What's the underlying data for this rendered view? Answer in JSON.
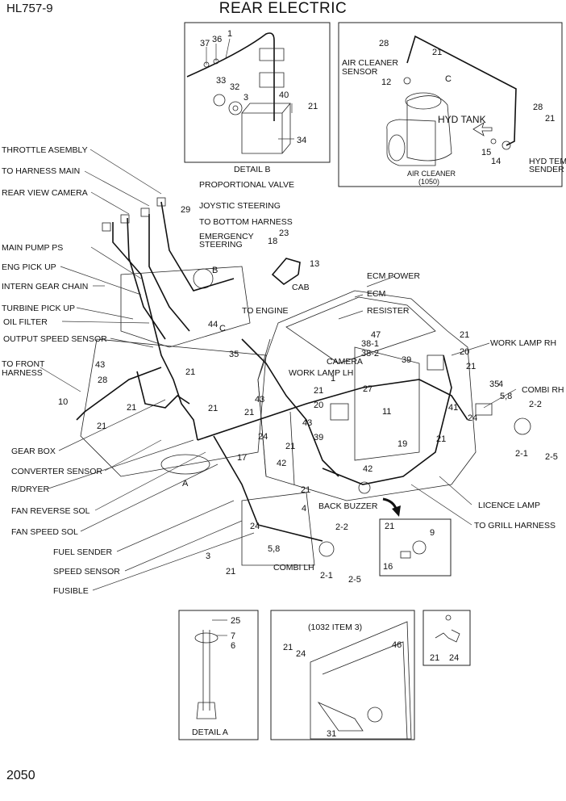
{
  "header": {
    "model": "HL757-9",
    "title": "REAR ELECTRIC"
  },
  "page_number": "2050",
  "detail_b": {
    "caption": "DETAIL B",
    "numbers": [
      "37",
      "36",
      "1",
      "33",
      "32",
      "3",
      "40",
      "21",
      "34"
    ]
  },
  "air_box": {
    "labels": [
      "AIR CLEANER",
      "SENSOR",
      "HYD TANK",
      "AIR CLEANER",
      "(1050)",
      "HYD TEMP",
      "SENDER"
    ],
    "numbers": [
      "28",
      "21",
      "12",
      "C",
      "28",
      "21",
      "15",
      "14"
    ]
  },
  "left_labels": [
    "THROTTLE ASEMBLY",
    "TO HARNESS MAIN",
    "REAR VIEW CAMERA",
    "MAIN PUMP PS",
    "ENG PICK UP",
    "INTERN GEAR CHAIN",
    "TURBINE PICK UP",
    "OIL FILTER",
    "OUTPUT SPEED SENSOR",
    "TO FRONT",
    "HARNESS",
    "GEAR BOX",
    "CONVERTER SENSOR",
    "R/DRYER",
    "FAN REVERSE SOL",
    "FAN SPEED SOL",
    "FUEL SENDER",
    "SPEED SENSOR",
    "FUSIBLE"
  ],
  "mid_labels": [
    "PROPORTIONAL VALVE",
    "JOYSTIC STEERING",
    "TO BOTTOM HARNESS",
    "EMERGENCY",
    "STEERING",
    "TO ENGINE",
    "CAB",
    "ECM POWER",
    "ECM",
    "RESISTER",
    "CAMERA",
    "WORK LAMP LH",
    "WORK LAMP RH",
    "COMBI RH",
    "LICENCE LAMP",
    "TO GRILL HARNESS",
    "BACK BUZZER",
    "COMBI LH"
  ],
  "main_numbers": [
    "29",
    "18",
    "23",
    "13",
    "B",
    "44",
    "C",
    "35",
    "43",
    "28",
    "10",
    "21",
    "21",
    "21",
    "21",
    "47",
    "38-1",
    "38-2",
    "39",
    "21",
    "20",
    "21",
    "4",
    "5,8",
    "2-2",
    "35",
    "41",
    "24",
    "2-1",
    "2-5",
    "1",
    "27",
    "21",
    "20",
    "11",
    "19",
    "21",
    "43",
    "39",
    "21",
    "24",
    "17",
    "43",
    "42",
    "42",
    "21",
    "4",
    "A",
    "24",
    "2-2",
    "5,8",
    "3",
    "21",
    "2-1",
    "2-5",
    "21",
    "21",
    "9",
    "16"
  ],
  "detail_a": {
    "caption": "DETAIL A",
    "numbers": [
      "25",
      "7",
      "6"
    ]
  },
  "item3_box": {
    "caption": "(1032 ITEM 3)",
    "numbers": [
      "21",
      "24",
      "46",
      "31"
    ]
  },
  "small_box": {
    "numbers": [
      "21",
      "24"
    ]
  }
}
